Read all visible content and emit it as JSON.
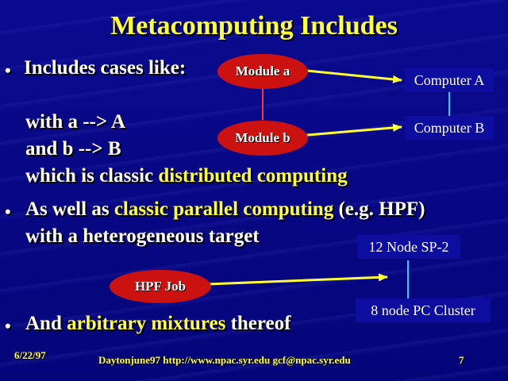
{
  "title": "Metacomputing Includes",
  "bullets": {
    "b1_intro": "Includes cases like:",
    "b1_line2": "with a --> A",
    "b1_line3": "and  b --> B",
    "b1_line4_pre": "which is classic ",
    "b1_line4_hl": "distributed computing",
    "b2_pre": "As well as ",
    "b2_hl": "classic parallel computing",
    "b2_post": " (e.g. HPF)",
    "b2_line2": "with a heterogeneous target",
    "b3_pre": "And ",
    "b3_hl": "arbitrary mixtures",
    "b3_post": " thereof"
  },
  "diagram": {
    "module_a": "Module a",
    "module_b": "Module b",
    "computer_a": "Computer A",
    "computer_b": "Computer B",
    "hpf_job": "HPF Job",
    "sp2": "12 Node SP-2",
    "pc_cluster": "8 node PC Cluster"
  },
  "footer": {
    "date": "6/22/97",
    "center": "Daytonjune97 http://www.npac.syr.edu gcf@npac.syr.edu",
    "page": "7"
  },
  "colors": {
    "title": "#ffff33",
    "highlight": "#ffff33",
    "ellipse": "#cc1111",
    "box_border": "#33ccff",
    "link_red": "#ff3333",
    "arrow": "#ffff33"
  }
}
